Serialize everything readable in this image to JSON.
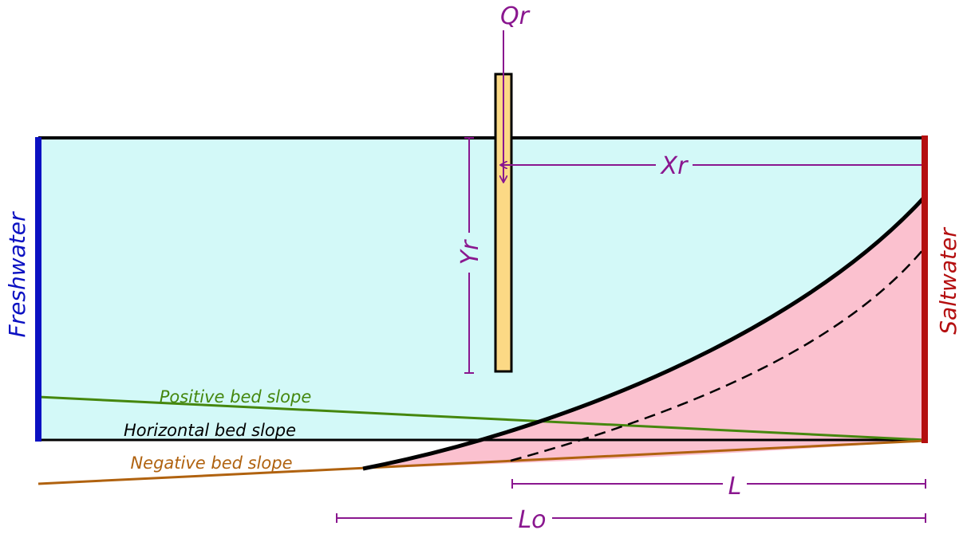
{
  "labels": {
    "freshwater": "Freshwater",
    "saltwater": "Saltwater",
    "qr": "Qr",
    "xr": "Xr",
    "yr": "Yr",
    "l": "L",
    "lo": "Lo",
    "positive_bed_slope": "Positive bed slope",
    "horizontal_bed_slope": "Horizontal bed slope",
    "negative_bed_slope": "Negative bed slope"
  },
  "colors": {
    "freshwater_body": "#d3f9f8",
    "saltwater_wedge": "#fbc1cf",
    "freshwater_boundary": "#0b11c2",
    "saltwater_boundary": "#b40f10",
    "dimension": "#8a178f",
    "positive_slope": "#45870e",
    "negative_slope": "#b0620f",
    "outlet_pipe": "#fcd985",
    "outline": "#000000"
  }
}
